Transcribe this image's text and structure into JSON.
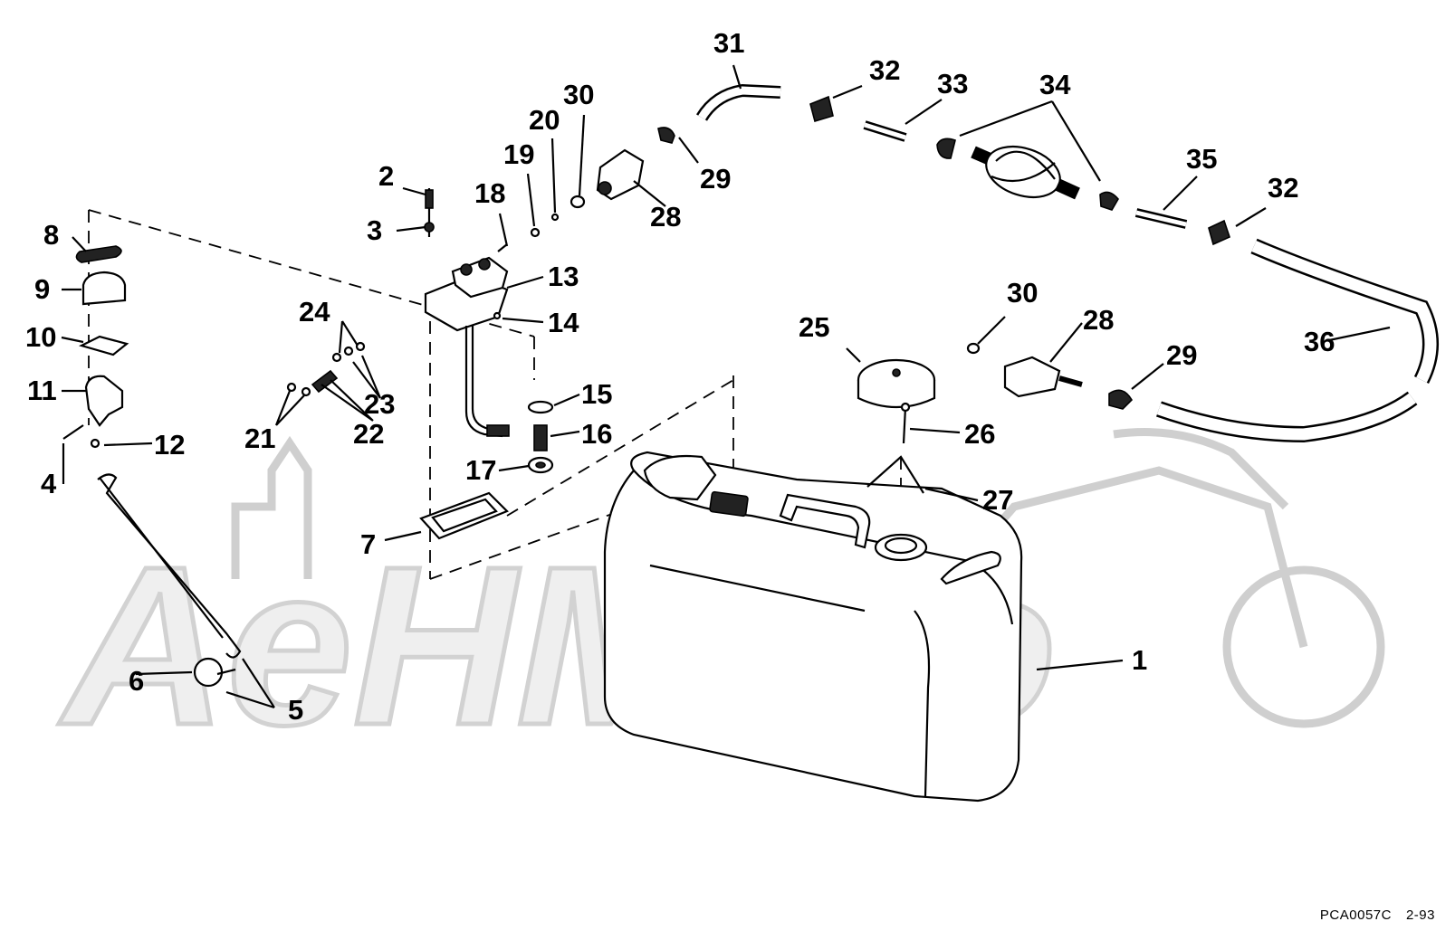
{
  "diagram": {
    "figure_code": "PCA0057C",
    "figure_date": "2-93",
    "watermark": "AeHMoto",
    "callouts": [
      "1",
      "2",
      "3",
      "4",
      "5",
      "6",
      "7",
      "8",
      "9",
      "10",
      "11",
      "12",
      "13",
      "14",
      "15",
      "16",
      "17",
      "18",
      "19",
      "20",
      "21",
      "22",
      "23",
      "24",
      "25",
      "26",
      "27",
      "28",
      "29",
      "30",
      "31",
      "32",
      "33",
      "34",
      "35",
      "36"
    ]
  }
}
